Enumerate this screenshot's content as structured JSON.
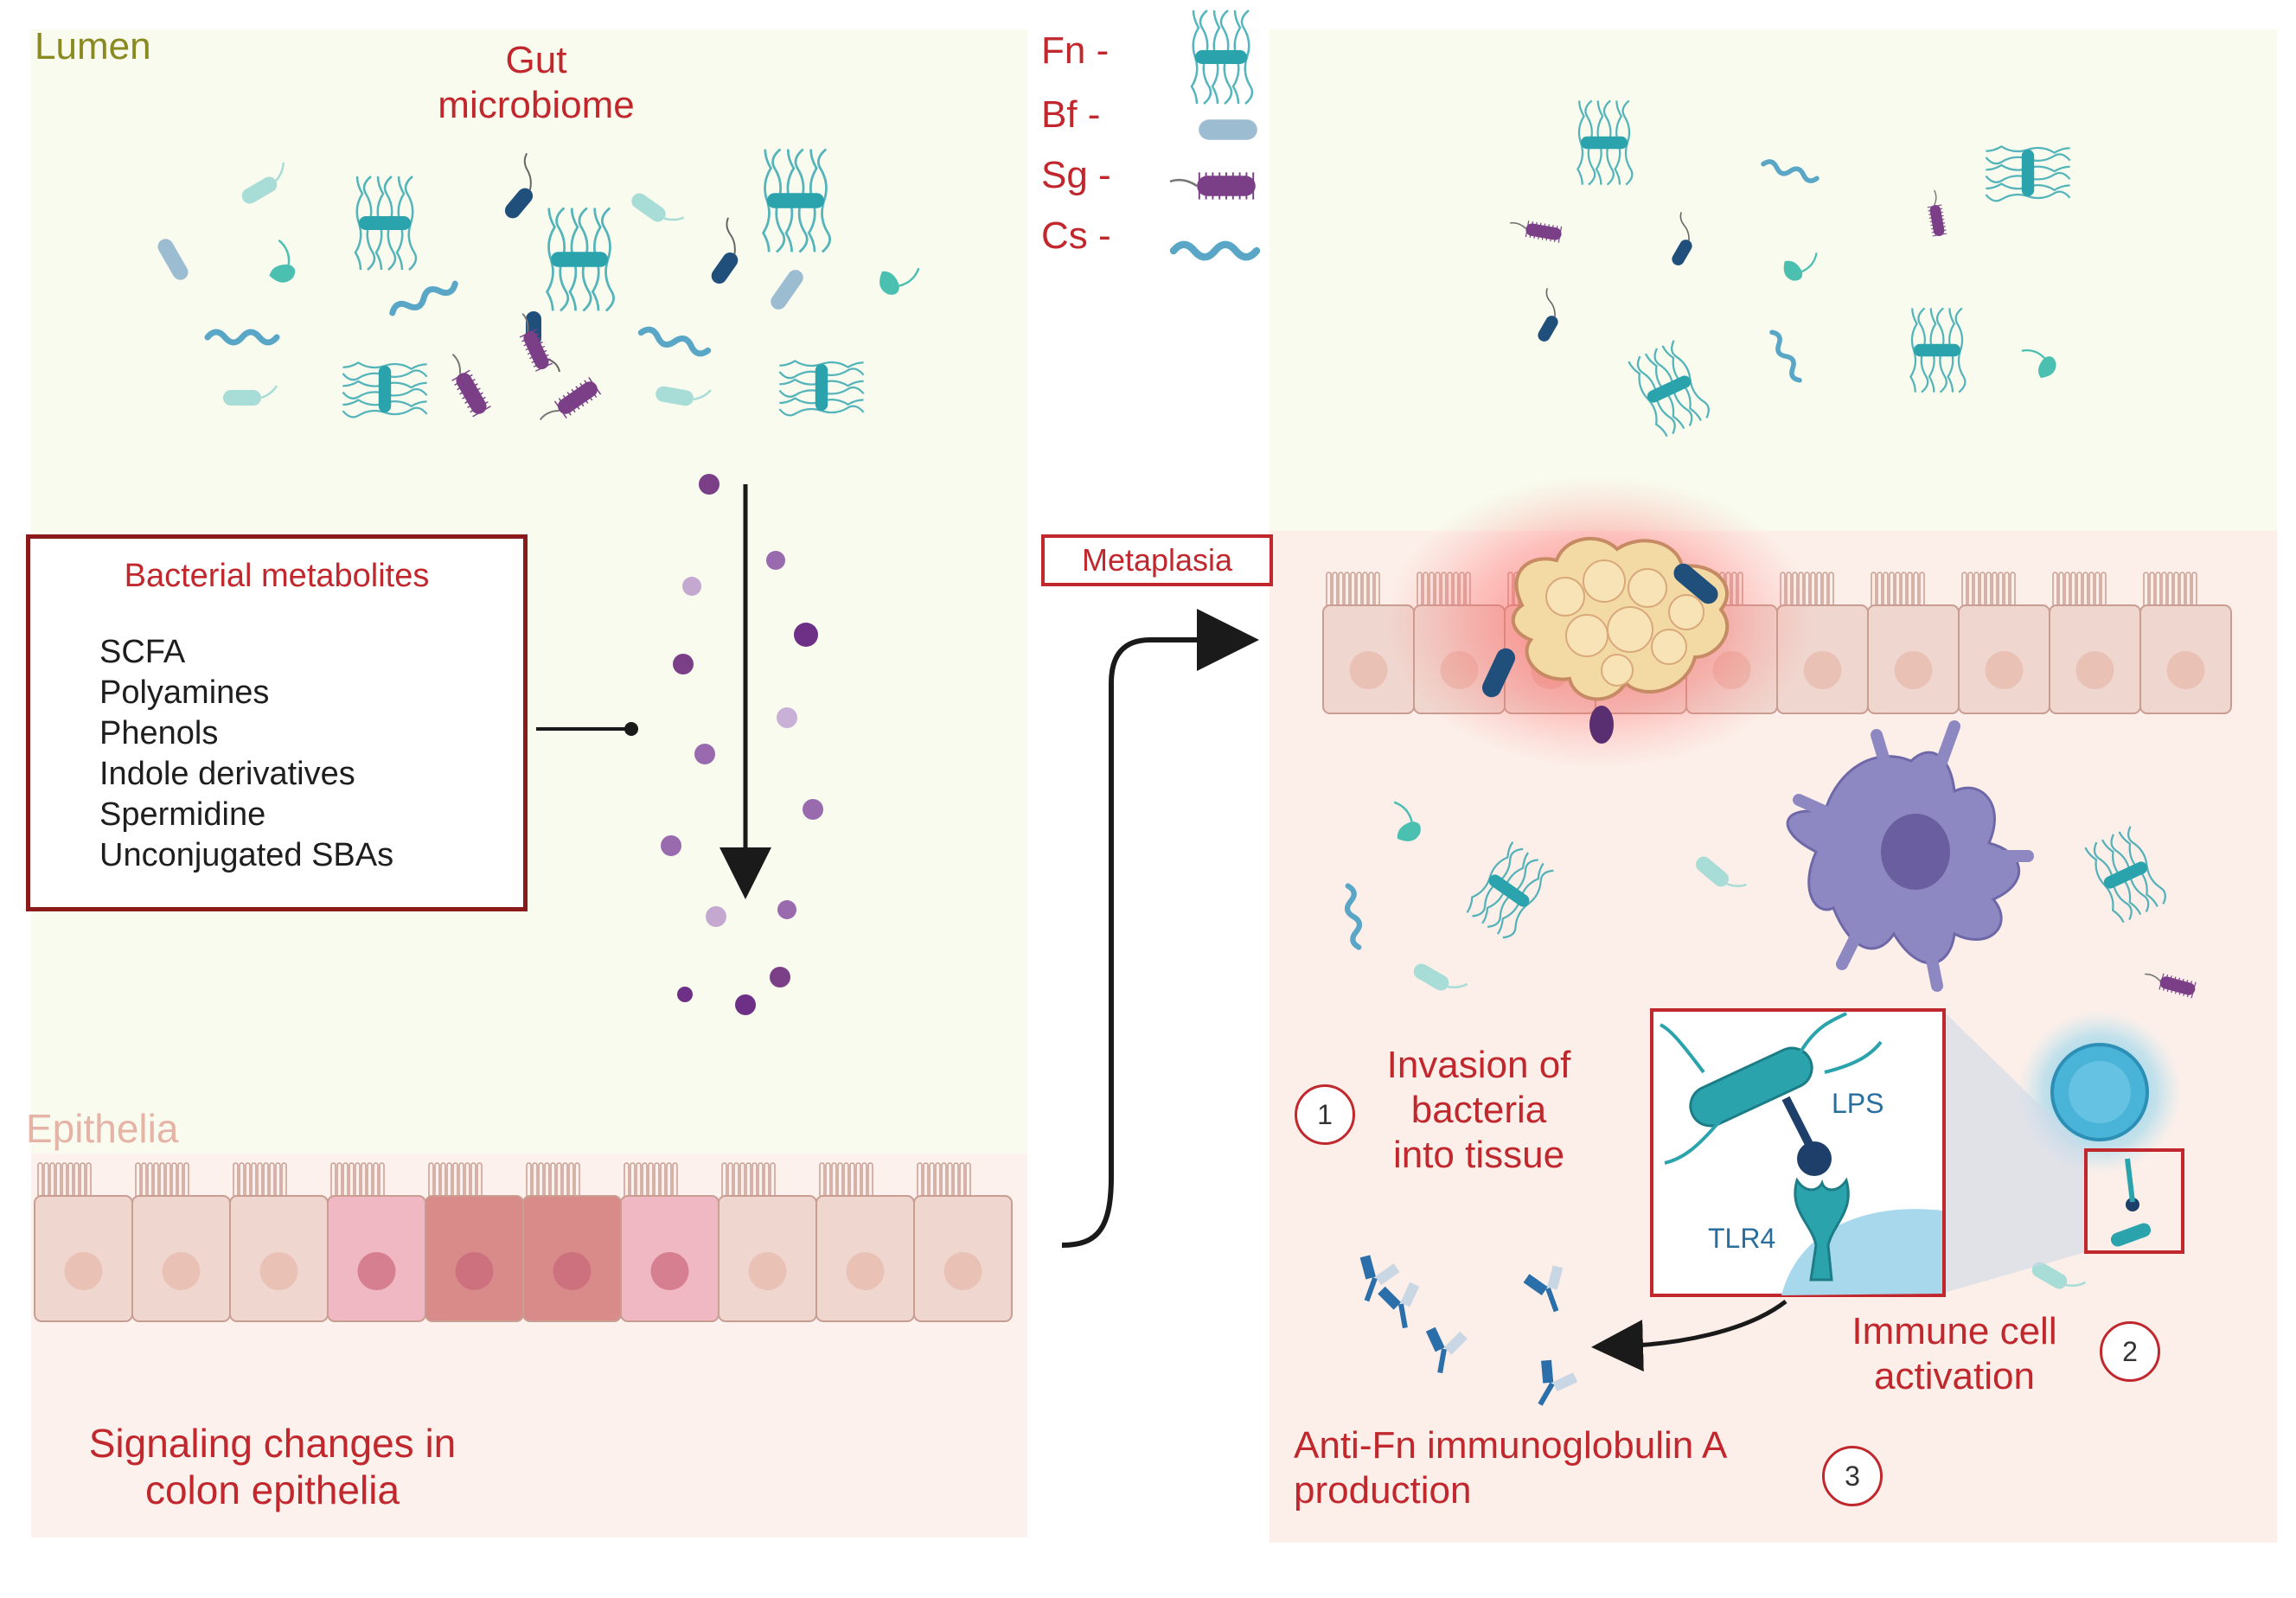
{
  "colors": {
    "lumen_bg": "#f9fbef",
    "tissue_bg": "#fdf1ec",
    "accent_red": "#c0282e",
    "fn_teal": "#2aa3ad",
    "bf_blue": "#9cbdd1",
    "sg_purple": "#7b3f87",
    "cs_blue": "#5aa6c6",
    "metabolite_purple": "#8a5aa0"
  },
  "left_panel": {
    "lumen_label": "Lumen",
    "microbiome_title": "Gut\nmicrobiome",
    "metabolites_box": {
      "title": "Bacterial metabolites",
      "items": [
        "SCFA",
        "Polyamines",
        "Phenols",
        "Indole derivatives",
        "Spermidine",
        "Unconjugated SBAs"
      ]
    },
    "epithelia_label": "Epithelia",
    "signaling_caption": "Signaling changes in\ncolon epithelia"
  },
  "legend": {
    "items": [
      {
        "label": "Fn -",
        "icon": "fn-bacterium-icon"
      },
      {
        "label": "Bf -",
        "icon": "bf-bacterium-icon"
      },
      {
        "label": "Sg -",
        "icon": "sg-bacterium-icon"
      },
      {
        "label": "Cs -",
        "icon": "cs-bacterium-icon"
      }
    ]
  },
  "right_panel": {
    "metaplasia_label": "Metaplasia",
    "steps": [
      {
        "number": "1",
        "text": "Invasion of\nbacteria\ninto tissue"
      },
      {
        "number": "2",
        "text": "Immune cell\nactivation"
      },
      {
        "number": "3",
        "text": "Anti-Fn immunoglobulin A\nproduction"
      }
    ],
    "inset": {
      "lps_label": "LPS",
      "tlr4_label": "TLR4"
    }
  }
}
